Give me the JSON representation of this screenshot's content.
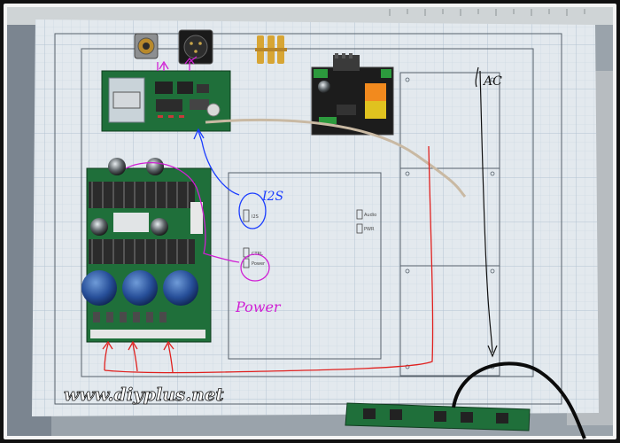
{
  "photo": {
    "watermark": "www.diyplus.net",
    "annotations": {
      "i2s": "I2S",
      "power": "Power",
      "ac": "AC"
    },
    "grid_labels": {
      "label_1": "I2S",
      "label_2": "Audio",
      "label_3": "PWR",
      "label_4": "CTRL",
      "label_5": "Power"
    }
  },
  "colors": {
    "paper": "#e3e9ee",
    "grid_line": "#b9c8d6",
    "pcb_green": "#1f6f3a",
    "ink_red": "#e0201e",
    "ink_blue": "#1a3cff",
    "ink_magenta": "#d01fd4",
    "ink_black": "#111111"
  }
}
